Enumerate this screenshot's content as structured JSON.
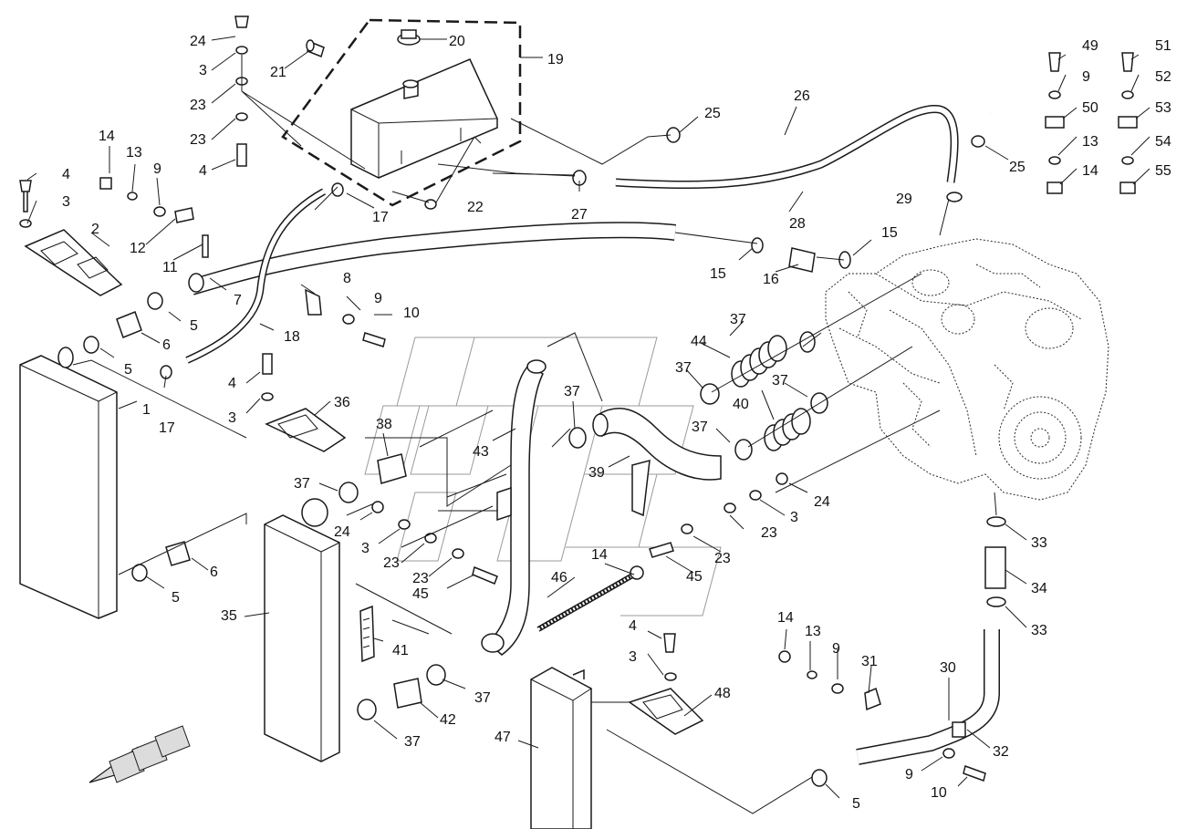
{
  "labels": [
    {
      "id": "l24a",
      "text": "24"
    },
    {
      "id": "l3a",
      "text": "3"
    },
    {
      "id": "l23a",
      "text": "23"
    },
    {
      "id": "l23b",
      "text": "23"
    },
    {
      "id": "l4a",
      "text": "4"
    },
    {
      "id": "l21",
      "text": "21"
    },
    {
      "id": "l20",
      "text": "20"
    },
    {
      "id": "l19",
      "text": "19"
    },
    {
      "id": "l17a",
      "text": "17"
    },
    {
      "id": "l22",
      "text": "22"
    },
    {
      "id": "l14a",
      "text": "14"
    },
    {
      "id": "l13a",
      "text": "13"
    },
    {
      "id": "l9a",
      "text": "9"
    },
    {
      "id": "l4b",
      "text": "4"
    },
    {
      "id": "l3b",
      "text": "3"
    },
    {
      "id": "l2",
      "text": "2"
    },
    {
      "id": "l12",
      "text": "12"
    },
    {
      "id": "l11",
      "text": "11"
    },
    {
      "id": "l7",
      "text": "7"
    },
    {
      "id": "l5a",
      "text": "5"
    },
    {
      "id": "l6a",
      "text": "6"
    },
    {
      "id": "l5b",
      "text": "5"
    },
    {
      "id": "l1",
      "text": "1"
    },
    {
      "id": "l17b",
      "text": "17"
    },
    {
      "id": "l18",
      "text": "18"
    },
    {
      "id": "l8",
      "text": "8"
    },
    {
      "id": "l9b",
      "text": "9"
    },
    {
      "id": "l10a",
      "text": "10"
    },
    {
      "id": "l25a",
      "text": "25"
    },
    {
      "id": "l26",
      "text": "26"
    },
    {
      "id": "l27",
      "text": "27"
    },
    {
      "id": "l28",
      "text": "28"
    },
    {
      "id": "l25b",
      "text": "25"
    },
    {
      "id": "l29",
      "text": "29"
    },
    {
      "id": "l15a",
      "text": "15"
    },
    {
      "id": "l15b",
      "text": "15"
    },
    {
      "id": "l16",
      "text": "16"
    },
    {
      "id": "l49",
      "text": "49"
    },
    {
      "id": "l9c",
      "text": "9"
    },
    {
      "id": "l50",
      "text": "50"
    },
    {
      "id": "l13b",
      "text": "13"
    },
    {
      "id": "l14b",
      "text": "14"
    },
    {
      "id": "l51",
      "text": "51"
    },
    {
      "id": "l52",
      "text": "52"
    },
    {
      "id": "l53",
      "text": "53"
    },
    {
      "id": "l54",
      "text": "54"
    },
    {
      "id": "l55",
      "text": "55"
    },
    {
      "id": "l37a",
      "text": "37"
    },
    {
      "id": "l44",
      "text": "44"
    },
    {
      "id": "l37b",
      "text": "37"
    },
    {
      "id": "l37c",
      "text": "37"
    },
    {
      "id": "l40",
      "text": "40"
    },
    {
      "id": "l37d",
      "text": "37"
    },
    {
      "id": "l37e",
      "text": "37"
    },
    {
      "id": "l43",
      "text": "43"
    },
    {
      "id": "l39",
      "text": "39"
    },
    {
      "id": "l4c",
      "text": "4"
    },
    {
      "id": "l3c",
      "text": "3"
    },
    {
      "id": "l36",
      "text": "36"
    },
    {
      "id": "l38",
      "text": "38"
    },
    {
      "id": "l37f",
      "text": "37"
    },
    {
      "id": "l24b",
      "text": "24"
    },
    {
      "id": "l3d",
      "text": "3"
    },
    {
      "id": "l23c",
      "text": "23"
    },
    {
      "id": "l23d",
      "text": "23"
    },
    {
      "id": "l45a",
      "text": "45"
    },
    {
      "id": "l14c",
      "text": "14"
    },
    {
      "id": "l46",
      "text": "46"
    },
    {
      "id": "l24c",
      "text": "24"
    },
    {
      "id": "l3e",
      "text": "3"
    },
    {
      "id": "l23e",
      "text": "23"
    },
    {
      "id": "l23f",
      "text": "23"
    },
    {
      "id": "l45b",
      "text": "45"
    },
    {
      "id": "l6b",
      "text": "6"
    },
    {
      "id": "l5c",
      "text": "5"
    },
    {
      "id": "l35",
      "text": "35"
    },
    {
      "id": "l41",
      "text": "41"
    },
    {
      "id": "l37g",
      "text": "37"
    },
    {
      "id": "l42",
      "text": "42"
    },
    {
      "id": "l37h",
      "text": "37"
    },
    {
      "id": "l4d",
      "text": "4"
    },
    {
      "id": "l3f",
      "text": "3"
    },
    {
      "id": "l48",
      "text": "48"
    },
    {
      "id": "l47",
      "text": "47"
    },
    {
      "id": "l33a",
      "text": "33"
    },
    {
      "id": "l34",
      "text": "34"
    },
    {
      "id": "l33b",
      "text": "33"
    },
    {
      "id": "l14d",
      "text": "14"
    },
    {
      "id": "l13c",
      "text": "13"
    },
    {
      "id": "l9d",
      "text": "9"
    },
    {
      "id": "l31",
      "text": "31"
    },
    {
      "id": "l30",
      "text": "30"
    },
    {
      "id": "l32",
      "text": "32"
    },
    {
      "id": "l9e",
      "text": "9"
    },
    {
      "id": "l10b",
      "text": "10"
    },
    {
      "id": "l5d",
      "text": "5"
    }
  ],
  "colors": {
    "line": "#1a1a1a",
    "watermark": "#9a9a9a",
    "background": "#ffffff"
  },
  "icons": {
    "direction_arrow": "front-direction-arrow-icon"
  }
}
